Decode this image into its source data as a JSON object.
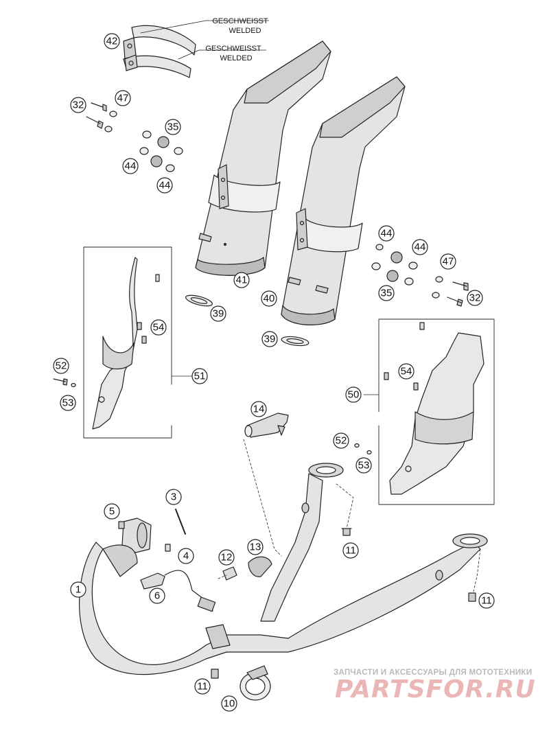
{
  "labels": {
    "weld_1_de": "GESCHWEISST",
    "weld_1_en": "WELDED",
    "weld_2_de": "GESCHWEISST",
    "weld_2_en": "WELDED"
  },
  "callouts": {
    "c42": "42",
    "c32a": "32",
    "c47a": "47",
    "c35a": "35",
    "c44a": "44",
    "c44b": "44",
    "c41": "41",
    "c39a": "39",
    "c40": "40",
    "c39b": "39",
    "c44c": "44",
    "c44d": "44",
    "c47b": "47",
    "c35b": "35",
    "c32b": "32",
    "c54a": "54",
    "c52a": "52",
    "c53a": "53",
    "c51": "51",
    "c54b": "54",
    "c50": "50",
    "c52b": "52",
    "c53b": "53",
    "c14": "14",
    "c3": "3",
    "c5": "5",
    "c4": "4",
    "c6": "6",
    "c1": "1",
    "c12": "12",
    "c13": "13",
    "c11a": "11",
    "c11b": "11",
    "c11c": "11",
    "c10": "10"
  },
  "watermark": {
    "tagline": "ЗАПЧАСТИ И АКСЕССУАРЫ ДЛЯ МОТОТЕХНИКИ",
    "brand": "PARTSFOR.RU"
  }
}
